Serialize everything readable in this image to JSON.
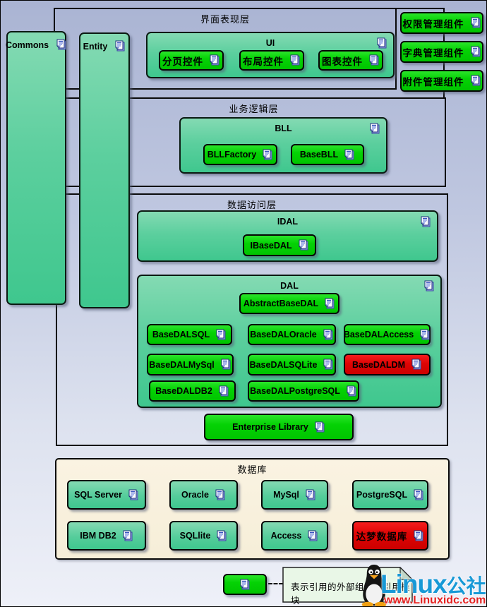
{
  "layers": {
    "presentation": "界面表现层",
    "business": "业务逻辑层",
    "data_access": "数据访问层",
    "database": "数据库"
  },
  "modules": {
    "commons": "Commons",
    "entity": "Entity",
    "ui": {
      "title": "UI",
      "buttons": [
        "分页控件",
        "布局控件",
        "图表控件"
      ]
    },
    "side_components": [
      "权限管理组件",
      "字典管理组件",
      "附件管理组件"
    ],
    "bll": {
      "title": "BLL",
      "buttons": [
        "BLLFactory",
        "BaseBLL"
      ]
    },
    "idal": {
      "title": "IDAL",
      "button": "IBaseDAL"
    },
    "dal": {
      "title": "DAL",
      "abstract": "AbstractBaseDAL",
      "grid": [
        [
          "BaseDALSQL",
          "BaseDALOracle",
          "BaseDALAccess"
        ],
        [
          "BaseDALMySql",
          "BaseDALSQLite",
          "BaseDALDM"
        ],
        [
          "BaseDALDB2",
          "BaseDALPostgreSQL"
        ]
      ]
    },
    "enterprise_library": "Enterprise Library",
    "databases": [
      [
        "SQL Server",
        "Oracle",
        "MySql",
        "PostgreSQL"
      ],
      [
        "IBM DB2",
        "SQLlite",
        "Access",
        "达梦数据库"
      ]
    ]
  },
  "legend": {
    "note_text": "表示引用的外部组件或引用模块"
  },
  "watermark": {
    "brand": "Linux",
    "brand_suffix": "公社",
    "url": "www.Linuxidc.com"
  },
  "colors": {
    "background_top": "#aab4d3",
    "background_bottom": "#eef0f8",
    "node_teal_top": "#84dab3",
    "node_teal_bottom": "#3fc78e",
    "button_green": "#00d400",
    "button_red": "#dd0000",
    "database_layer_bg": "#f8f1dd",
    "note_bg": "#e9f7e7",
    "brand_blue": "#1899d6",
    "url_red": "#e32222"
  }
}
